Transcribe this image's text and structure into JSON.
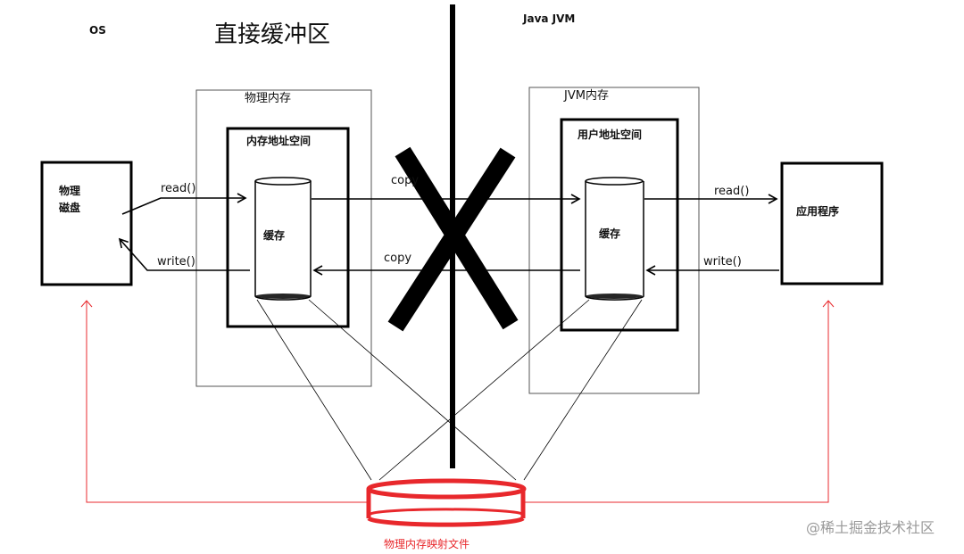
{
  "labels": {
    "os": "OS",
    "title": "直接缓冲区",
    "java_jvm": "Java JVM",
    "physical_memory": "物理内存",
    "memory_address_space": "内存地址空间",
    "jvm_memory": "JVM内存",
    "user_address_space": "用户地址空间",
    "physical_disk_line1": "物理",
    "physical_disk_line2": "磁盘",
    "application": "应用程序",
    "cache_left": "缓存",
    "cache_right": "缓存",
    "read_left": "read()",
    "write_left": "write()",
    "copy_top": "copy",
    "copy_bottom": "copy",
    "read_right": "read()",
    "write_right": "write()",
    "mmap_file": "物理内存映射文件",
    "watermark": "@稀土掘金技术社区"
  },
  "colors": {
    "line": "#000000",
    "red": "#e8282c",
    "gray_box": "#555555",
    "watermark": "#9a9a9a"
  }
}
